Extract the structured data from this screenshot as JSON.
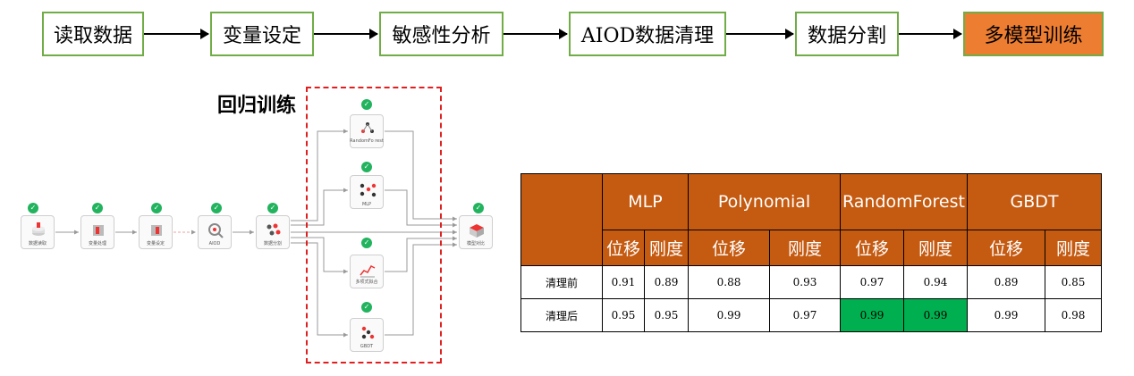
{
  "pipeline": {
    "steps": [
      "读取数据",
      "变量设定",
      "敏感性分析",
      "AIOD数据清理",
      "数据分割",
      "多模型训练"
    ]
  },
  "section_title": "回归训练",
  "workflow": {
    "nodes": [
      "数据读取",
      "变量处理",
      "变量设定",
      "AIOD",
      "数据分割",
      "模型对比"
    ],
    "models": [
      "RandomFo rest",
      "MLP",
      "多项式拟合",
      "GBDT"
    ]
  },
  "table": {
    "models": [
      "MLP",
      "Polynomial",
      "RandomForest",
      "GBDT"
    ],
    "metrics": [
      "位移",
      "刚度"
    ],
    "rows": [
      {
        "label": "清理前",
        "values": [
          "0.91",
          "0.89",
          "0.88",
          "0.93",
          "0.97",
          "0.94",
          "0.89",
          "0.85"
        ]
      },
      {
        "label": "清理后",
        "values": [
          "0.95",
          "0.95",
          "0.99",
          "0.97",
          "0.99",
          "0.99",
          "0.99",
          "0.98"
        ]
      }
    ],
    "highlight_color": "#00b050",
    "header_color": "#c55a11"
  },
  "colors": {
    "step_border": "#70ad47",
    "step_active": "#ed7d31",
    "dashed_box": "#e02020",
    "check": "#22b35e"
  }
}
